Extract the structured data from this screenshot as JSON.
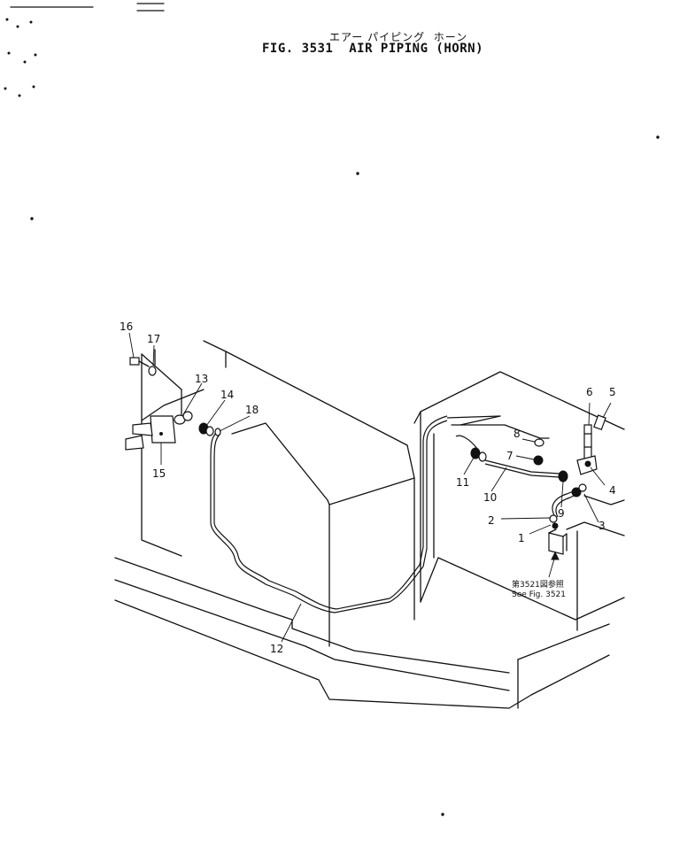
{
  "header": {
    "title_jp": "エアー パイピング  ホーン",
    "title_en": "FIG. 3531  AIR PIPING (HORN)"
  },
  "diagram": {
    "part_labels": [
      "1",
      "2",
      "3",
      "4",
      "5",
      "6",
      "7",
      "8",
      "9",
      "10",
      "11",
      "12",
      "13",
      "14",
      "15",
      "16",
      "17",
      "18"
    ],
    "reference_note": {
      "jp": "第3521図参照",
      "en": "See Fig. 3521"
    }
  }
}
